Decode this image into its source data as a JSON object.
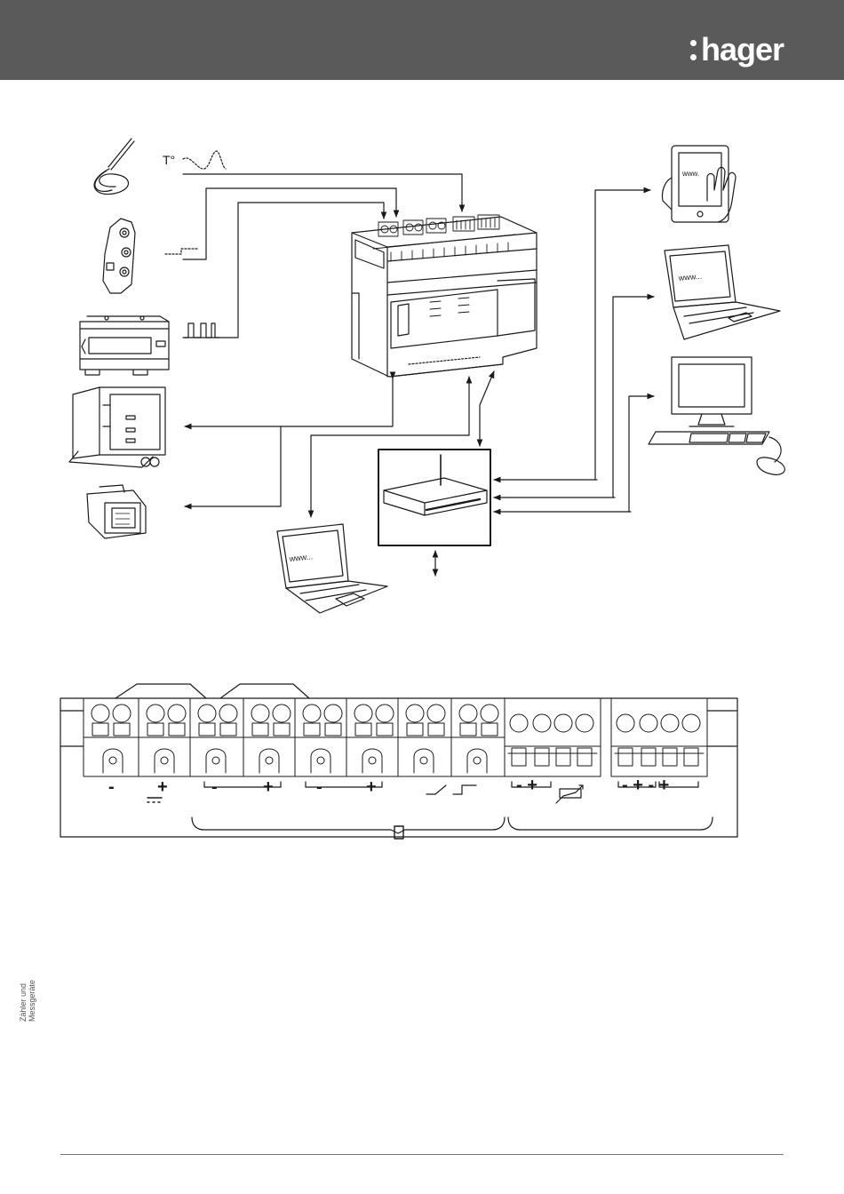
{
  "brand": {
    "logo_text": "hager",
    "header_color": "#5a5a5a"
  },
  "sidebar": {
    "line1": "Zähler und",
    "line2": "Messgeräte"
  },
  "diagram": {
    "temperature_label": "T°",
    "screen_text": "www...",
    "tablet_text": "www."
  },
  "terminals": {
    "labels": [
      "-",
      "+",
      "-",
      "+",
      "-",
      "+",
      "- +",
      "- + - +"
    ]
  }
}
